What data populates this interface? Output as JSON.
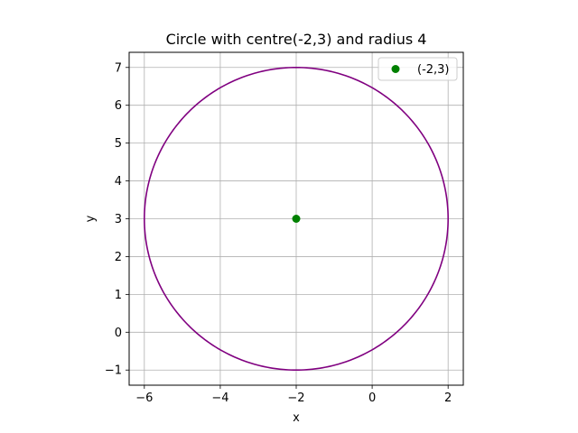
{
  "chart_data": {
    "type": "scatter",
    "title": "Circle with centre(-2,3) and radius 4",
    "xlabel": "x",
    "ylabel": "y",
    "xlim": [
      -6.4,
      2.4
    ],
    "ylim": [
      -1.4,
      7.4
    ],
    "xticks": [
      -6,
      -4,
      -2,
      0,
      2
    ],
    "xtick_labels": [
      "−6",
      "−4",
      "−2",
      "0",
      "2"
    ],
    "yticks": [
      -1,
      0,
      1,
      2,
      3,
      4,
      5,
      6,
      7
    ],
    "ytick_labels": [
      "−1",
      "0",
      "1",
      "2",
      "3",
      "4",
      "5",
      "6",
      "7"
    ],
    "grid": true,
    "aspect": "equal",
    "legend_position": "top-right",
    "series": [
      {
        "kind": "circle-curve",
        "center": [
          -2,
          3
        ],
        "radius": 4,
        "color": "#800080"
      },
      {
        "kind": "point",
        "name": "(-2,3)",
        "x": [
          -2
        ],
        "y": [
          3
        ],
        "color": "#008000"
      }
    ]
  }
}
